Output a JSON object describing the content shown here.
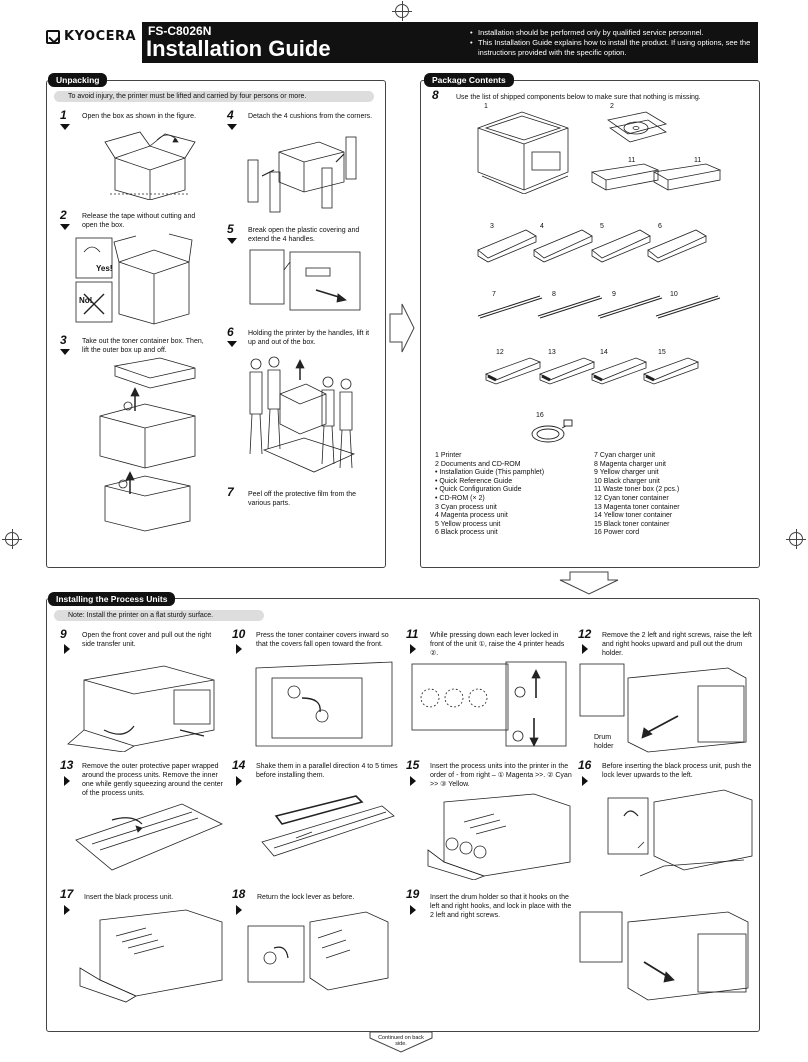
{
  "header": {
    "brand": "KYOCERA",
    "model": "FS-C8026N",
    "title": "Installation Guide",
    "notes": [
      "Installation should be performed only by qualified service personnel.",
      "This Installation Guide explains how to install the product. If using options, see the instructions provided with the specific option."
    ]
  },
  "unpacking": {
    "tag": "Unpacking",
    "caution": "To avoid injury, the printer must be lifted and carried by four persons or more.",
    "steps": [
      {
        "num": "1",
        "text": "Open the box as shown in the figure."
      },
      {
        "num": "2",
        "text": "Release the tape without cutting and open the box."
      },
      {
        "num": "3",
        "text": "Take out the toner container box. Then, lift the outer box up and off."
      },
      {
        "num": "4",
        "text": "Detach the 4 cushions from the corners."
      },
      {
        "num": "5",
        "text": "Break open the plastic covering and extend the 4 handles."
      },
      {
        "num": "6",
        "text": "Holding the printer by the handles, lift it up and out of the box."
      },
      {
        "num": "7",
        "text": "Peel off the protective film from the various parts."
      }
    ],
    "yes_label": "Yes!",
    "no_label": "No!"
  },
  "package": {
    "tag": "Package Contents",
    "step_num": "8",
    "intro": "Use the list of shipped components below to make sure that nothing is missing.",
    "item_labels": [
      "1",
      "2",
      "11",
      "11",
      "3",
      "4",
      "5",
      "6",
      "7",
      "8",
      "9",
      "10",
      "12",
      "13",
      "14",
      "15",
      "16"
    ],
    "list_left": [
      "1   Printer",
      "2   Documents and CD-ROM",
      "     • Installation Guide (This pamphlet)",
      "     • Quick Reference Guide",
      "     • Quick Configuration Guide",
      "     • CD-ROM (× 2)",
      "3   Cyan process unit",
      "4   Magenta process unit",
      "5   Yellow process unit",
      "6   Black process unit"
    ],
    "list_right": [
      "7   Cyan charger unit",
      "8   Magenta charger unit",
      "9   Yellow charger unit",
      "10 Black charger unit",
      "11 Waste toner box (2 pcs.)",
      "12 Cyan toner container",
      "13 Magenta toner container",
      "14 Yellow toner container",
      "15 Black toner container",
      "16 Power cord"
    ]
  },
  "process": {
    "tag": "Installing the Process Units",
    "note": "Note: Install the printer on a flat sturdy surface.",
    "steps": [
      {
        "num": "9",
        "text": "Open the front cover and pull out the right side transfer unit."
      },
      {
        "num": "10",
        "text": "Press the toner container covers inward so that the covers fall open toward the front."
      },
      {
        "num": "11",
        "text": "While pressing down each lever locked in front of the unit ①, raise the 4 printer heads ②."
      },
      {
        "num": "12",
        "text": "Remove the 2 left and right screws, raise the left and right hooks upward and pull out the drum holder."
      },
      {
        "num": "13",
        "text": "Remove the outer protective paper wrapped around the process units. Remove the inner one while gently squeezing around the center of the process units."
      },
      {
        "num": "14",
        "text": "Shake them in a parallel direction 4 to 5 times before installing them."
      },
      {
        "num": "15",
        "text": "Insert the process units into the printer in the order of - from right – ① Magenta >>. ② Cyan >> ③ Yellow."
      },
      {
        "num": "16",
        "text": "Before inserting the black process unit, push the lock lever upwards to the left."
      },
      {
        "num": "17",
        "text": "Insert the black process unit."
      },
      {
        "num": "18",
        "text": "Return the lock lever as before."
      },
      {
        "num": "19",
        "text": "Insert the drum holder so that it hooks on the left and right hooks, and lock in place with the 2 left and right screws."
      }
    ],
    "drum_holder_label": "Drum holder"
  },
  "footer": {
    "continued": "Continued on back side."
  },
  "icons": {
    "next_arrow": "chevron-right-arrow",
    "down_arrow": "chevron-down-arrow"
  }
}
